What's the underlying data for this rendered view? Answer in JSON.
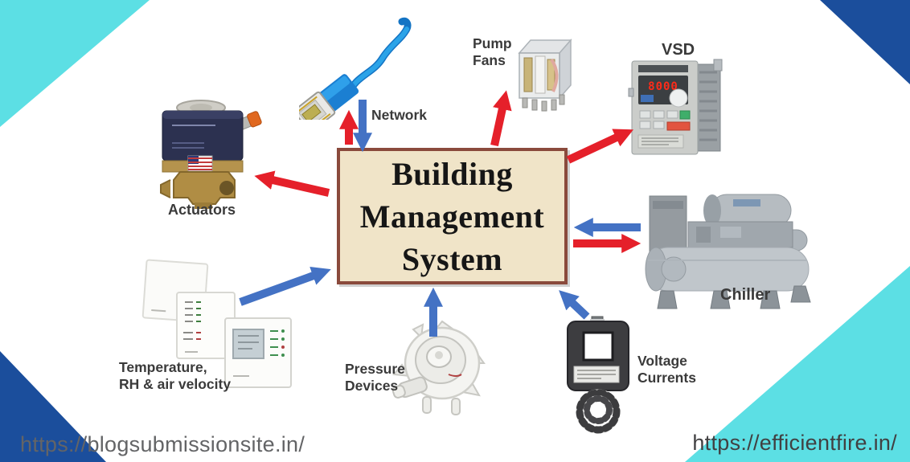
{
  "title": "Building Management System diagram",
  "colors": {
    "red_arrow": "#e5202a",
    "blue_arrow": "#4472c4",
    "cyan_corner": "#5cdfe4",
    "navy_corner": "#1b4e9c",
    "box_fill": "#f0e4c8",
    "box_border": "#8a4a3c",
    "label_text": "#3a3a3a",
    "title_text": "#161616",
    "url_left_color": "#636466",
    "url_right_color": "#414042"
  },
  "center_box": {
    "lines": [
      "Building",
      "Management",
      "System"
    ]
  },
  "nodes": {
    "network": {
      "label": "Network",
      "image": "ethernet-cable"
    },
    "pump_fans": {
      "lines": [
        "Pump",
        "Fans"
      ],
      "image": "relay"
    },
    "vsd": {
      "label": "VSD",
      "display": "8000",
      "image": "variable-speed-drive"
    },
    "chiller": {
      "label": "Chiller",
      "image": "centrifugal-chiller"
    },
    "voltage_currents": {
      "lines": [
        "Voltage",
        "Currents"
      ],
      "image": "current-transformer"
    },
    "pressure_devices": {
      "lines": [
        "Pressure",
        "Devices"
      ],
      "image": "pressure-switch"
    },
    "temperature": {
      "lines": [
        "Temperature,",
        "RH & air velocity"
      ],
      "image": "wall-sensors"
    },
    "actuators": {
      "label": "Actuators",
      "image": "solenoid-valve"
    }
  },
  "connections": [
    {
      "from": "bms",
      "to": "actuators",
      "color": "red"
    },
    {
      "from": "bms",
      "to": "network",
      "color": "red"
    },
    {
      "from": "network",
      "to": "bms",
      "color": "blue"
    },
    {
      "from": "bms",
      "to": "pump_fans",
      "color": "red"
    },
    {
      "from": "bms",
      "to": "vsd",
      "color": "red"
    },
    {
      "from": "chiller",
      "to": "bms",
      "color": "blue"
    },
    {
      "from": "bms",
      "to": "chiller",
      "color": "red"
    },
    {
      "from": "pressure_devices",
      "to": "bms",
      "color": "blue"
    },
    {
      "from": "temperature",
      "to": "bms",
      "color": "blue"
    },
    {
      "from": "voltage_currents",
      "to": "bms",
      "color": "blue"
    }
  ],
  "footer": {
    "url_left": "https://blogsubmissionsite.in/",
    "url_right": "https://efficientfire.in/"
  }
}
